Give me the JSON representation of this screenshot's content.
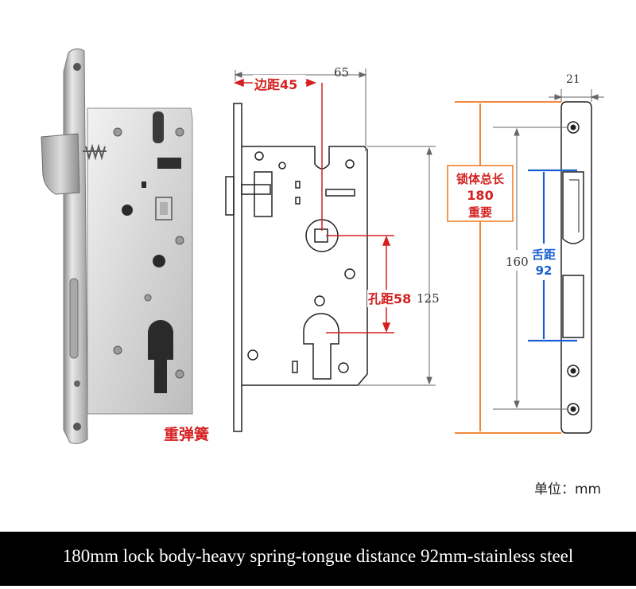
{
  "photo": {
    "spring_label": "重弹簧"
  },
  "front_view": {
    "width_dim": "65",
    "edge_label": "边距45",
    "hole_label": "孔距58",
    "height_dim": "125"
  },
  "side_view": {
    "width_dim": "21",
    "body_length_lines": [
      "锁体总长",
      "180",
      "重要"
    ],
    "height_dim": "160",
    "tongue_lines": [
      "舌距",
      "92"
    ]
  },
  "unit_label": "单位：mm",
  "caption": "180mm lock body-heavy spring-tongue distance 92mm-stainless steel",
  "colors": {
    "red": "#d42020",
    "orange": "#f07820",
    "blue": "#1a5fd0",
    "caption_bg": "#000000"
  }
}
